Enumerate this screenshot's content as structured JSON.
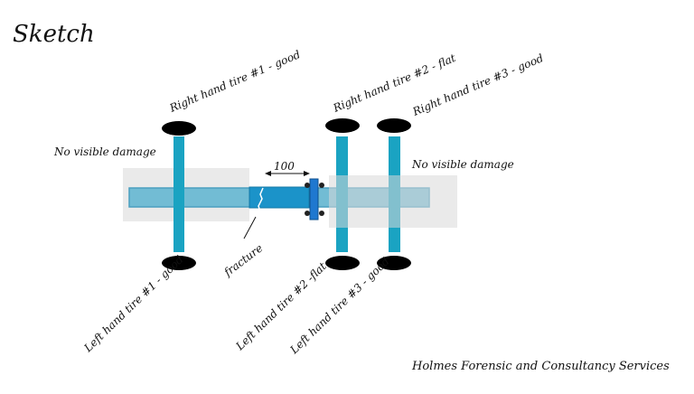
{
  "title": "Sketch",
  "footer": "Holmes Forensic and Consultancy Services",
  "labels": {
    "rh1": "Right hand tire #1 - good",
    "rh2": "Right hand tire #2 - flat",
    "rh3": "Right hand tire #3 - good",
    "lh1": "Left hand tire #1 - good",
    "lh2": "Left hand tire #2 -flat",
    "lh3": "Left hand tire #3 - good",
    "damage_left": "No visible damage",
    "damage_right": "No visible damage",
    "fracture": "fracture",
    "dimension": "100"
  },
  "colors": {
    "frame": "#72bcd4",
    "axle": "#1aa3c2",
    "tire": "#000000",
    "coupler": "#1f78d0",
    "overlay": "#d9d9d9"
  }
}
